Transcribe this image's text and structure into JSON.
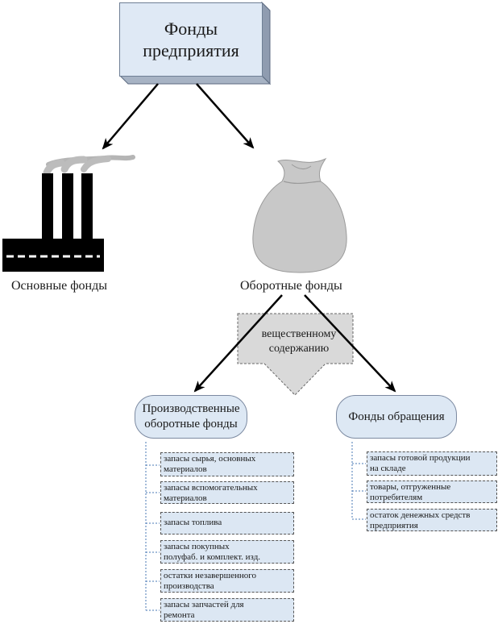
{
  "root": {
    "line1": "Фонды",
    "line2": "предприятия"
  },
  "fixed_assets": {
    "label": "Основные фонды"
  },
  "working_capital": {
    "label": "Оборотные фонды"
  },
  "classification": {
    "line1": "вещественному",
    "line2": "содержанию"
  },
  "production_funds": {
    "line1": "Производственные",
    "line2": "оборотные  фонды",
    "items": [
      {
        "line1": "запасы сырья, основных",
        "line2": "материалов"
      },
      {
        "line1": "запасы  вспомогательных",
        "line2": "материалов"
      },
      {
        "line1": "запасы   топлива",
        "line2": ""
      },
      {
        "line1": "запасы   покупных",
        "line2": "полуфаб.  и  комплект.  изд."
      },
      {
        "line1": "остатки   незавершенного",
        "line2": "производства"
      },
      {
        "line1": "запасы  запчастей  для",
        "line2": "ремонта"
      }
    ]
  },
  "circulation_funds": {
    "label": "Фонды   обращения",
    "items": [
      {
        "line1": "запасы   готовой  продукции",
        "line2": "на   складе"
      },
      {
        "line1": "товары,   отгруженные",
        "line2": "потребителям"
      },
      {
        "line1": "остаток  денежных  средств",
        "line2": "предприятия"
      }
    ]
  },
  "colors": {
    "box_fill": "#dfe9f5",
    "item_fill": "#dce7f3",
    "factory": "#000000",
    "smoke": "#b5b5b5",
    "bag": "#c8c8c8",
    "block_arrow": "#d9d9d9"
  },
  "icons": [
    "factory-icon",
    "money-bag-icon"
  ]
}
